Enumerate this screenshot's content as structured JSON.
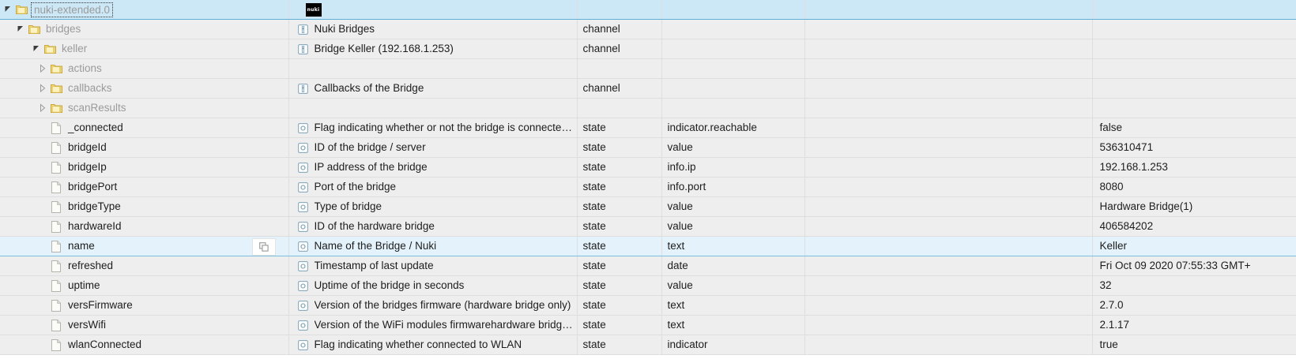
{
  "columns": {
    "name": "",
    "description": "",
    "type": "",
    "role": "",
    "extra": "",
    "value": ""
  },
  "brand": {
    "badge_label": "nuki",
    "badge_color": "#000000"
  },
  "colors": {
    "selected_row_bg": "#e4f2fb",
    "root_row_bg": "#cce8f6",
    "row_bg": "#eeeeee",
    "grid_line": "#dedede",
    "accent_border": "#5fb0d8",
    "folder_text": "#9b9b9b",
    "leaf_text": "#1d1d1d"
  },
  "icons": {
    "folder": "folder-icon",
    "file": "file-icon",
    "channel": "channel-icon",
    "state": "state-icon",
    "copy": "copy-icon",
    "expanded": "triangle-down-icon",
    "collapsed": "triangle-right-icon"
  },
  "rows": [
    {
      "name": "nuki-extended.0",
      "kind": "folder",
      "depth": 0,
      "twisty": "expanded",
      "focused": true,
      "selected": false,
      "root": true,
      "description": "",
      "type": "",
      "role": "",
      "value": "",
      "badge": true
    },
    {
      "name": "bridges",
      "kind": "folder",
      "depth": 1,
      "twisty": "expanded",
      "focused": false,
      "selected": false,
      "root": false,
      "description": "Nuki Bridges",
      "desc_icon": "channel",
      "type": "channel",
      "role": "",
      "value": "",
      "badge": false
    },
    {
      "name": "keller",
      "kind": "folder",
      "depth": 2,
      "twisty": "expanded",
      "focused": false,
      "selected": false,
      "root": false,
      "description": "Bridge Keller (192.168.1.253)",
      "desc_icon": "channel",
      "type": "channel",
      "role": "",
      "value": "",
      "badge": false
    },
    {
      "name": "actions",
      "kind": "folder",
      "depth": 3,
      "twisty": "collapsed",
      "focused": false,
      "selected": false,
      "root": false,
      "description": "",
      "desc_icon": "",
      "type": "",
      "role": "",
      "value": "",
      "badge": false
    },
    {
      "name": "callbacks",
      "kind": "folder",
      "depth": 3,
      "twisty": "collapsed",
      "focused": false,
      "selected": false,
      "root": false,
      "description": "Callbacks of the Bridge",
      "desc_icon": "channel",
      "type": "channel",
      "role": "",
      "value": "",
      "badge": false
    },
    {
      "name": "scanResults",
      "kind": "folder",
      "depth": 3,
      "twisty": "collapsed",
      "focused": false,
      "selected": false,
      "root": false,
      "description": "",
      "desc_icon": "",
      "type": "",
      "role": "",
      "value": "",
      "badge": false
    },
    {
      "name": "_connected",
      "kind": "file",
      "depth": 3,
      "twisty": "none",
      "focused": false,
      "selected": false,
      "root": false,
      "description": "Flag indicating whether or not the bridge is connected to t...",
      "desc_icon": "state",
      "type": "state",
      "role": "indicator.reachable",
      "value": "false",
      "badge": false
    },
    {
      "name": "bridgeId",
      "kind": "file",
      "depth": 3,
      "twisty": "none",
      "focused": false,
      "selected": false,
      "root": false,
      "description": "ID of the bridge / server",
      "desc_icon": "state",
      "type": "state",
      "role": "value",
      "value": "536310471",
      "badge": false
    },
    {
      "name": "bridgeIp",
      "kind": "file",
      "depth": 3,
      "twisty": "none",
      "focused": false,
      "selected": false,
      "root": false,
      "description": "IP address of the bridge",
      "desc_icon": "state",
      "type": "state",
      "role": "info.ip",
      "value": "192.168.1.253",
      "badge": false
    },
    {
      "name": "bridgePort",
      "kind": "file",
      "depth": 3,
      "twisty": "none",
      "focused": false,
      "selected": false,
      "root": false,
      "description": "Port of the bridge",
      "desc_icon": "state",
      "type": "state",
      "role": "info.port",
      "value": "8080",
      "badge": false
    },
    {
      "name": "bridgeType",
      "kind": "file",
      "depth": 3,
      "twisty": "none",
      "focused": false,
      "selected": false,
      "root": false,
      "description": "Type of bridge",
      "desc_icon": "state",
      "type": "state",
      "role": "value",
      "value": "Hardware Bridge(1)",
      "badge": false
    },
    {
      "name": "hardwareId",
      "kind": "file",
      "depth": 3,
      "twisty": "none",
      "focused": false,
      "selected": false,
      "root": false,
      "description": "ID of the hardware bridge",
      "desc_icon": "state",
      "type": "state",
      "role": "value",
      "value": "406584202",
      "badge": false
    },
    {
      "name": "name",
      "kind": "file",
      "depth": 3,
      "twisty": "none",
      "focused": false,
      "selected": true,
      "root": false,
      "description": "Name of the Bridge / Nuki",
      "desc_icon": "state",
      "type": "state",
      "role": "text",
      "value": "Keller",
      "badge": false,
      "copy_button": true
    },
    {
      "name": "refreshed",
      "kind": "file",
      "depth": 3,
      "twisty": "none",
      "focused": false,
      "selected": false,
      "root": false,
      "description": "Timestamp of last update",
      "desc_icon": "state",
      "type": "state",
      "role": "date",
      "value": "Fri Oct 09 2020 07:55:33 GMT+",
      "badge": false
    },
    {
      "name": "uptime",
      "kind": "file",
      "depth": 3,
      "twisty": "none",
      "focused": false,
      "selected": false,
      "root": false,
      "description": "Uptime of the bridge in seconds",
      "desc_icon": "state",
      "type": "state",
      "role": "value",
      "value": "32",
      "badge": false
    },
    {
      "name": "versFirmware",
      "kind": "file",
      "depth": 3,
      "twisty": "none",
      "focused": false,
      "selected": false,
      "root": false,
      "description": "Version of the bridges firmware (hardware bridge only)",
      "desc_icon": "state",
      "type": "state",
      "role": "text",
      "value": "2.7.0",
      "badge": false
    },
    {
      "name": "versWifi",
      "kind": "file",
      "depth": 3,
      "twisty": "none",
      "focused": false,
      "selected": false,
      "root": false,
      "description": "Version of the WiFi modules firmwarehardware bridge only",
      "desc_icon": "state",
      "type": "state",
      "role": "text",
      "value": "2.1.17",
      "badge": false
    },
    {
      "name": "wlanConnected",
      "kind": "file",
      "depth": 3,
      "twisty": "none",
      "focused": false,
      "selected": false,
      "root": false,
      "description": "Flag indicating whether connected to WLAN",
      "desc_icon": "state",
      "type": "state",
      "role": "indicator",
      "value": "true",
      "badge": false
    }
  ]
}
